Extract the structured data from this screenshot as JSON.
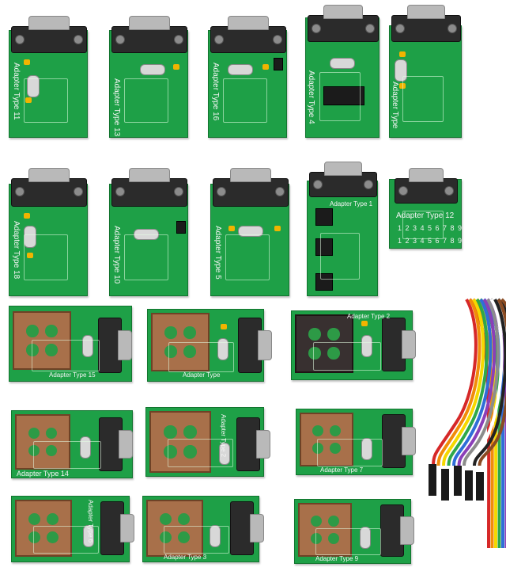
{
  "adapters": {
    "r1": [
      "Adapter Type 11",
      "Adapter Type 13",
      "Adapter Type 16",
      "Adapter Type 4",
      "Adapter Type"
    ],
    "r2": [
      "Adapter Type 18",
      "Adapter Type 10",
      "Adapter Type 5",
      "Adapter Type 1",
      "Adapter Type 12"
    ],
    "r3": [
      "Adapter Type 15",
      "Adapter Type",
      "Adapter Type 2"
    ],
    "r4": [
      "Adapter Type 14",
      "Adapter Type 2",
      "Adapter Type 7"
    ],
    "r5": [
      "Adapter Type 6",
      "Adapter Type 3",
      "Adapter Type 9"
    ]
  },
  "pin_numbers": "1 2 3 4 5 6 7 8 9",
  "pin_numbers_bottom": "1 2 3 4 5 6 7 8 9",
  "colors": {
    "pcb_green": "#1ea047",
    "connector_black": "#2b2b2b",
    "socket_brown": "#a8704a",
    "cable": [
      "#d62828",
      "#f18c0a",
      "#f5d800",
      "#2ea84a",
      "#2f6ed8",
      "#8b3fb8",
      "#8c8c8c",
      "#ffffff",
      "#222222",
      "#8a4b22"
    ]
  }
}
